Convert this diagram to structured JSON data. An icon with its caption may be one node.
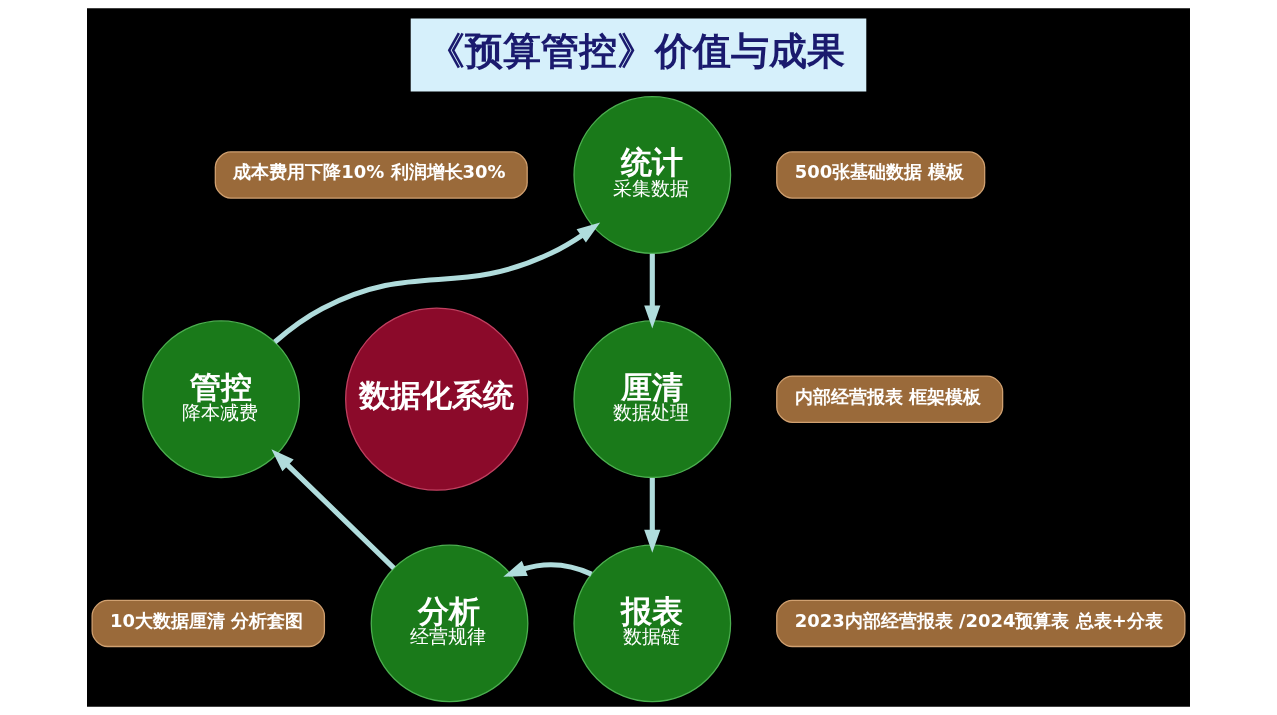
{
  "diagram": {
    "title": "《预算管控》价值与成果",
    "nodes": [
      {
        "text": [
          "数据化系统"
        ]
      },
      {
        "text": [
          "统计",
          "采集数据"
        ]
      },
      {
        "text": [
          "厘清",
          "数据处理"
        ]
      },
      {
        "text": [
          "报表",
          "数据链"
        ]
      },
      {
        "text": [
          "分析",
          "经营规律"
        ]
      },
      {
        "text": [
          "管控",
          "降本减费"
        ]
      },
      {
        "text": [
          "成本费用下降10% 利润增长30%"
        ]
      },
      {
        "text": [
          "500张基础数据 模板"
        ]
      },
      {
        "text": [
          "内部经营报表 框架模板"
        ]
      },
      {
        "text": [
          "10大数据厘清 分析套图"
        ]
      },
      {
        "text": [
          "2023内部经营报表 /2024预算表 总表+分表"
        ]
      }
    ],
    "edges": [
      {
        "from": 1,
        "to": 2,
        "arrow": "to"
      },
      {
        "from": 2,
        "to": 3,
        "arrow": "to"
      },
      {
        "from": 3,
        "to": 4,
        "arrow": "to"
      },
      {
        "from": 4,
        "to": 5,
        "arrow": "to"
      },
      {
        "from": 5,
        "to": 1,
        "arrow": "to"
      }
    ]
  }
}
